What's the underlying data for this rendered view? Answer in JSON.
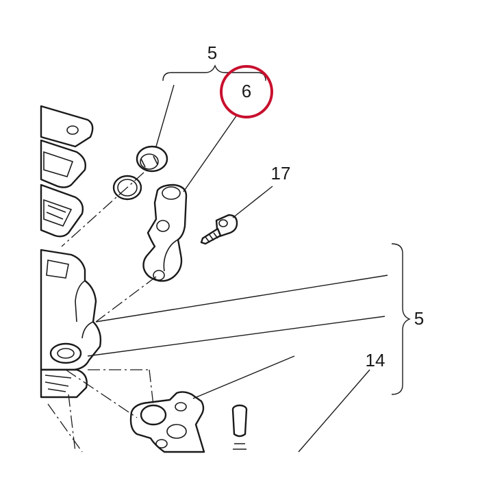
{
  "diagram": {
    "callouts": {
      "top_group": "5",
      "highlighted": "6",
      "bolt": "17",
      "right_group": "5",
      "pin": "14"
    },
    "highlight_color": "#c8102e",
    "line_color": "#1a1a1a",
    "background_color": "#ffffff"
  }
}
